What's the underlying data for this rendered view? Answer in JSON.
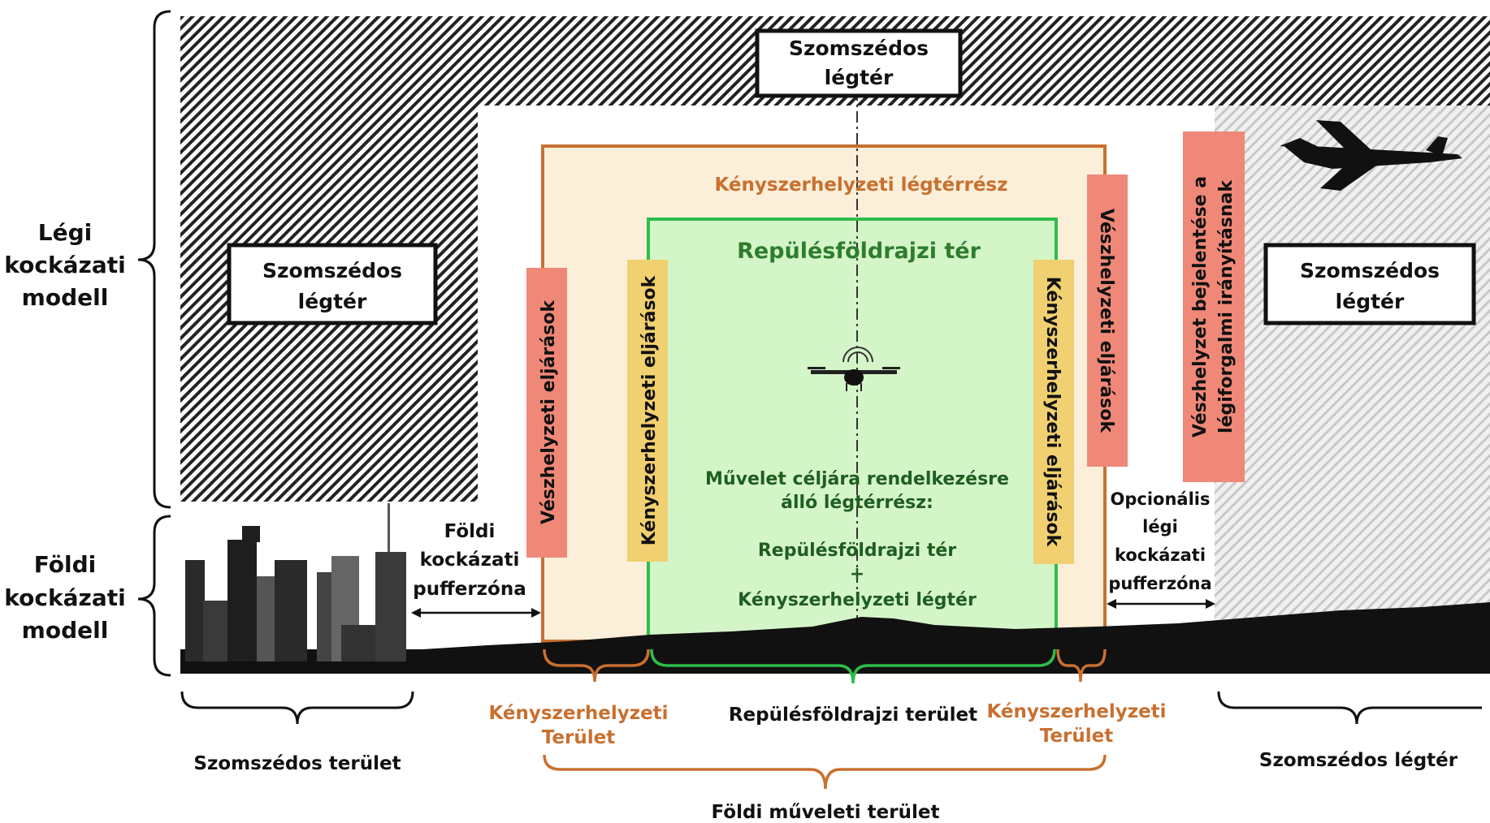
{
  "left_labels": {
    "air_risk_model": [
      "Légi",
      "kockázati",
      "modell"
    ],
    "ground_risk_model": [
      "Földi",
      "kockázati",
      "modell"
    ]
  },
  "adjacent_airspace_top": [
    "Szomszédos",
    "légtér"
  ],
  "adjacent_airspace_left": [
    "Szomszédos",
    "légtér"
  ],
  "adjacent_airspace_right": [
    "Szomszédos",
    "légtér"
  ],
  "contingency_volume_label": "Kényszerhelyzeti légtérrész",
  "flight_geography_label": "Repülésföldrajzi tér",
  "emergency_procedures_left": "Vészhelyzeti eljárások",
  "emergency_procedures_right": "Vészhelyzeti eljárások",
  "contingency_procedures_left": "Kényszerhelyzeti eljárások",
  "contingency_procedures_right": "Kényszerhelyzeti eljárások",
  "atc_notification": [
    "Vészhelyzet bejelentése a",
    "légiforgalmi irányításnak"
  ],
  "operation_volume": [
    "Művelet céljára rendelkezésre",
    "álló légtérrész:",
    "Repülésföldrajzi tér",
    "+",
    "Kényszerhelyzeti légtér"
  ],
  "ground_risk_buffer": [
    "Földi",
    "kockázati",
    "pufferzóna"
  ],
  "optional_air_risk_buffer": [
    "Opcionális",
    "légi",
    "kockázati",
    "pufferzóna"
  ],
  "bottom": {
    "adjacent_area": "Szomszédos terület",
    "contingency_area_left": [
      "Kényszerhelyzeti",
      "Terület"
    ],
    "flight_geography_area": "Repülésföldrajzi terület",
    "contingency_area_right": [
      "Kényszerhelyzeti",
      "Terület"
    ],
    "adjacent_airspace": "Szomszédos légtér",
    "ground_operation_area": "Földi műveleti terület"
  },
  "colors": {
    "orange": "#c87030",
    "green": "#2ebd4a",
    "salmon": "#f08878",
    "yellow": "#f0d070",
    "contingency_fill": "#fbefd9",
    "flight_geo_fill": "#d4f5c8"
  },
  "icons": [
    "drone-icon",
    "airplane-icon",
    "city-skyline-icon"
  ]
}
